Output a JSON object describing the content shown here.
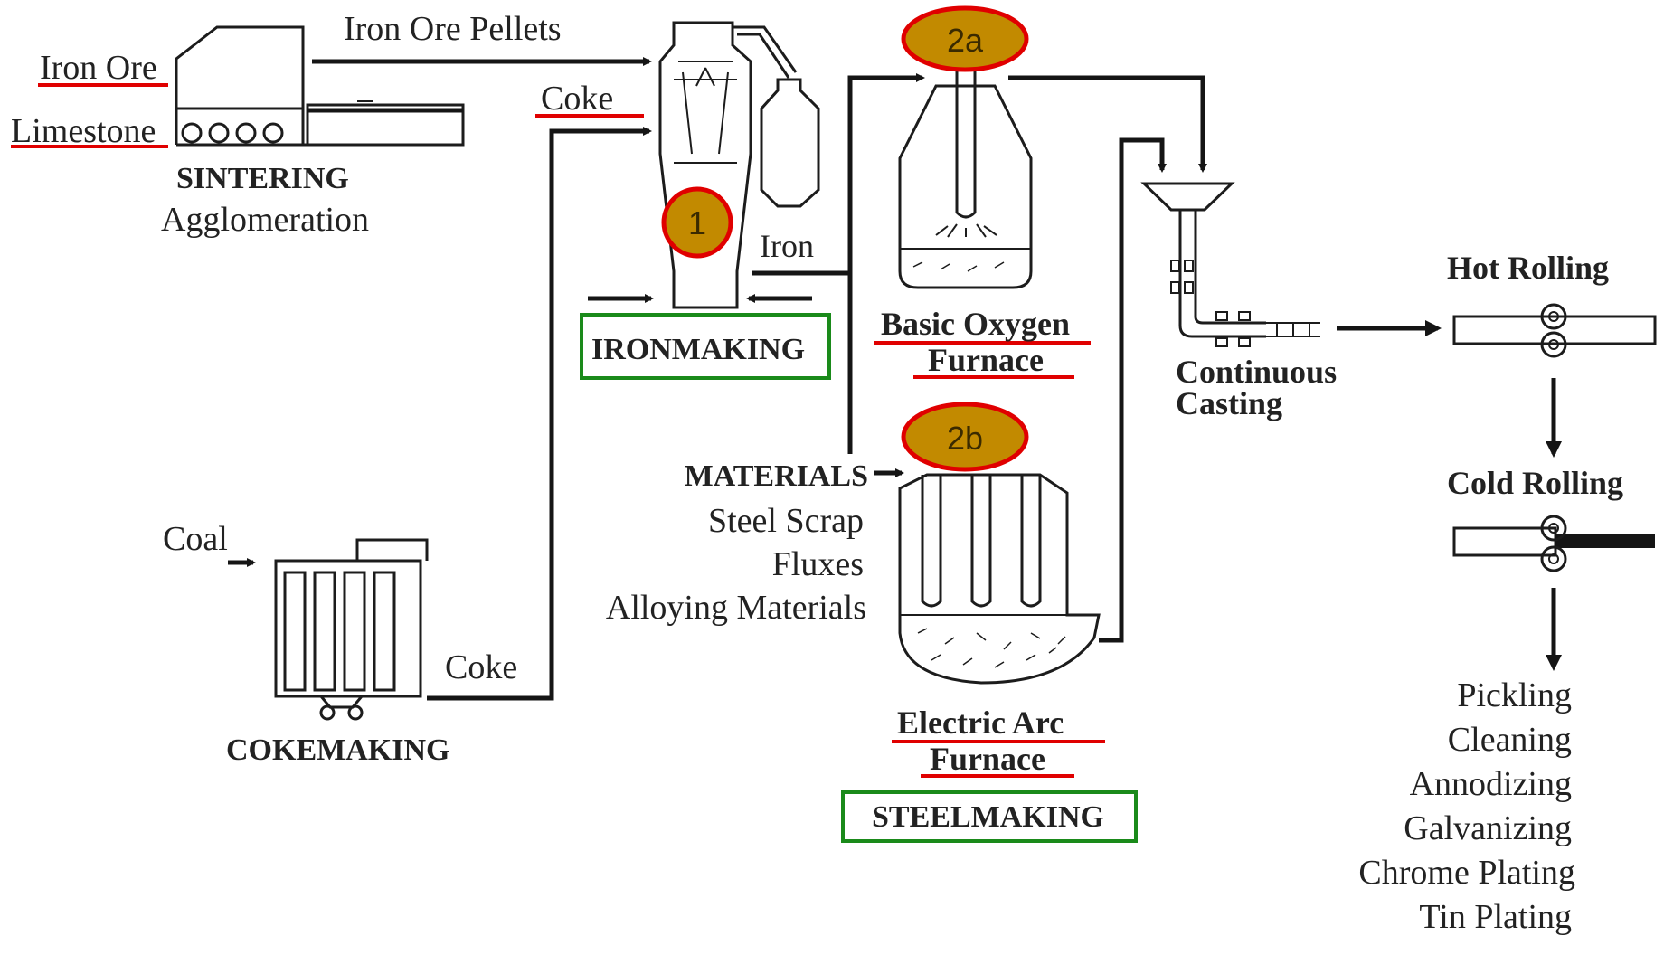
{
  "labels": {
    "iron_ore": "Iron Ore",
    "limestone": "Limestone",
    "iron_ore_pellets": "Iron Ore Pellets",
    "coke_top": "Coke",
    "sintering": "SINTERING",
    "agglomeration": "Agglomeration",
    "iron": "Iron",
    "ironmaking": "IRONMAKING",
    "bof_line1": "Basic Oxygen",
    "bof_line2": "Furnace",
    "continuous_line1": "Continuous",
    "continuous_line2": "Casting",
    "hot_rolling": "Hot Rolling",
    "cold_rolling": "Cold Rolling",
    "materials": "MATERIALS",
    "steel_scrap": "Steel Scrap",
    "fluxes": "Fluxes",
    "alloying": "Alloying Materials",
    "coal": "Coal",
    "coke_bottom": "Coke",
    "cokemaking": "COKEMAKING",
    "eaf_line1": "Electric Arc",
    "eaf_line2": "Furnace",
    "steelmaking": "STEELMAKING"
  },
  "finishing": [
    "Pickling",
    "Cleaning",
    "Annodizing",
    "Galvanizing",
    "Chrome Plating",
    "Tin Plating"
  ],
  "badges": {
    "b1": "1",
    "b2a": "2a",
    "b2b": "2b"
  },
  "colors": {
    "badge_fill": "#c28a00",
    "badge_ring": "#e00000",
    "underline": "#e00000",
    "box": "#1a8a1a",
    "ink": "#1c1c1c"
  }
}
